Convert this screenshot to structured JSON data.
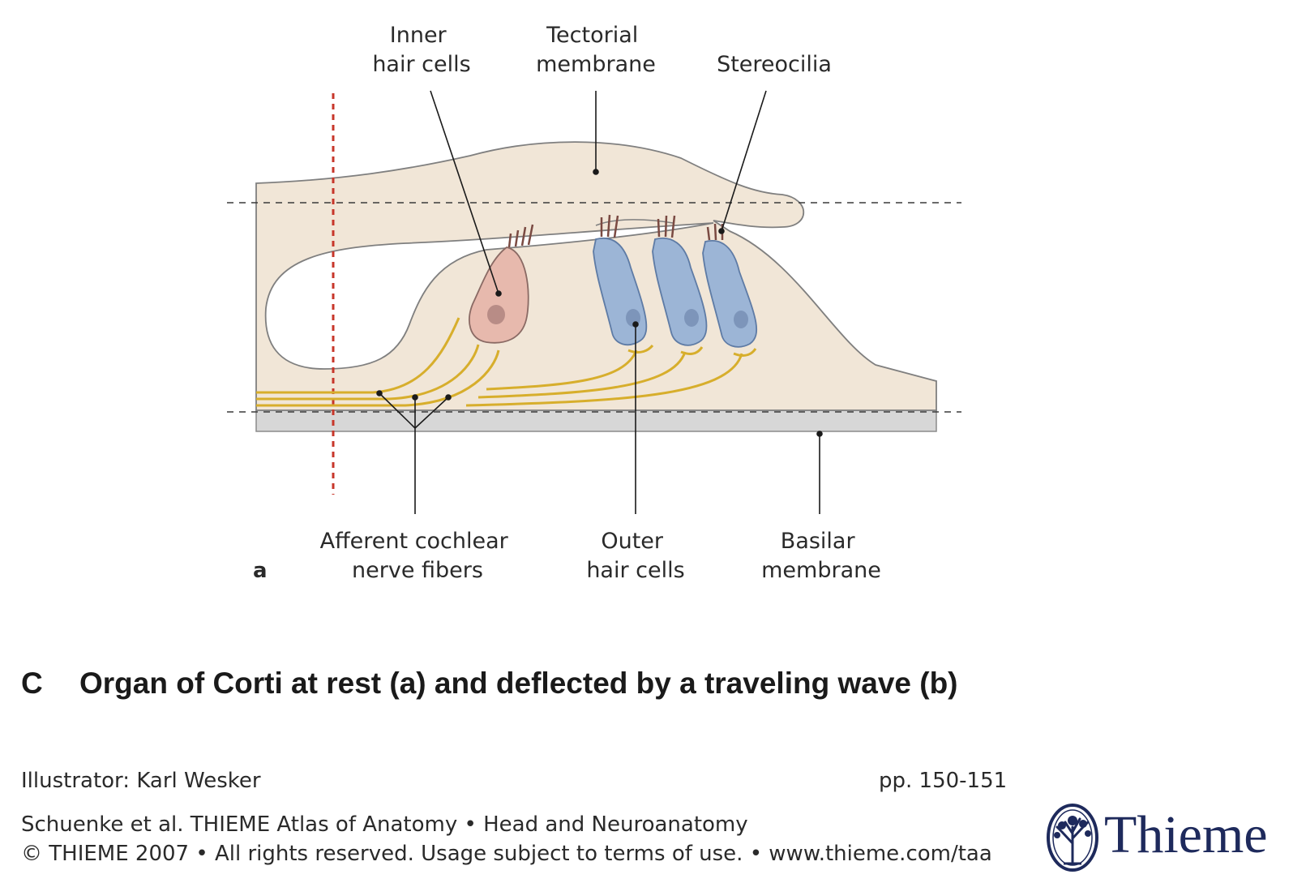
{
  "figure": {
    "panel_letter": "a",
    "labels": {
      "inner_hair_cells": [
        "Inner",
        "hair cells"
      ],
      "tectorial_membrane": [
        "Tectorial",
        "membrane"
      ],
      "stereocilia": [
        "Stereocilia"
      ],
      "afferent_fibers": [
        "Afferent cochlear",
        "nerve fibers"
      ],
      "outer_hair_cells": [
        "Outer",
        "hair cells"
      ],
      "basilar_membrane": [
        "Basilar",
        "membrane"
      ]
    },
    "colors": {
      "tissue": "#f1e6d7",
      "inner_hair_cell": "#e7b9ad",
      "outer_hair_cell": "#9cb5d6",
      "nerve_fiber": "#d7ae2c",
      "basilar_membrane": "#d7d7d7",
      "axis_line": "#c7362a"
    }
  },
  "caption": {
    "letter": "C",
    "text": "Organ of Corti at rest (a) and deflected by a traveling wave (b)"
  },
  "footer": {
    "illustrator": "Illustrator: Karl Wesker",
    "pages": "pp.  150-151",
    "source": "Schuenke et al. THIEME Atlas of Anatomy  •  Head and Neuroanatomy",
    "copyright": "© THIEME 2007  •  All rights reserved. Usage subject to terms of use.  •  www.thieme.com/taa"
  },
  "logo": {
    "text": "Thieme",
    "icon": "tree-seal-icon"
  }
}
